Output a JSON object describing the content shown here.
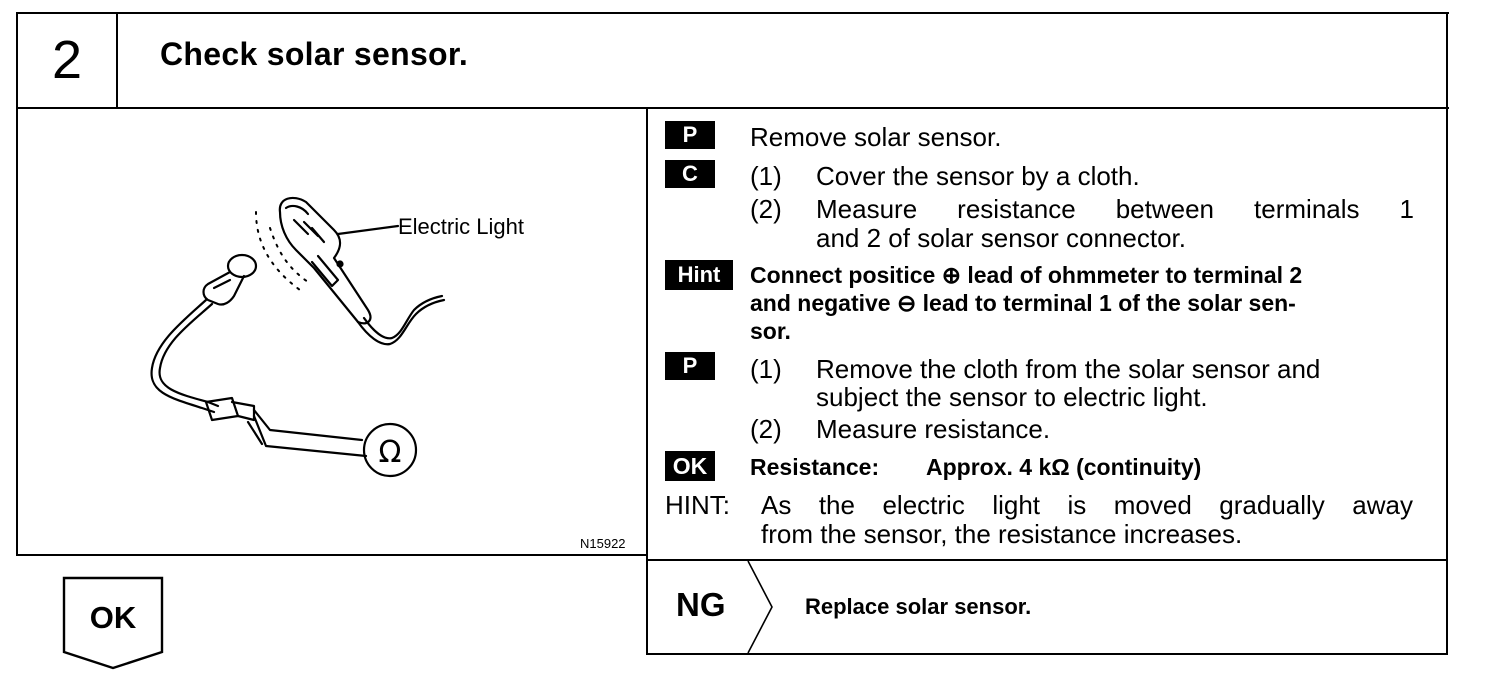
{
  "step": {
    "number": "2",
    "title": "Check solar sensor."
  },
  "figure": {
    "callout_label": "Electric Light",
    "meter_symbol": "Ω",
    "figure_id": "N15922"
  },
  "procedure": {
    "p1": {
      "badge": "P",
      "text": "Remove solar sensor."
    },
    "c": {
      "badge": "C",
      "steps": [
        {
          "num": "(1)",
          "lines": [
            "Cover the sensor by a cloth."
          ]
        },
        {
          "num": "(2)",
          "lines": [
            "Measure resistance between terminals 1",
            "and 2 of solar sensor connector."
          ]
        }
      ]
    },
    "hint_block": {
      "badge": "Hint",
      "lines": [
        "Connect positice ⊕ lead of ohmmeter to terminal 2",
        "and negative ⊖ lead to terminal 1 of the solar sen-",
        "sor."
      ]
    },
    "p2": {
      "badge": "P",
      "steps": [
        {
          "num": "(1)",
          "lines": [
            "Remove the cloth from the solar sensor and",
            "subject the sensor to electric light."
          ]
        },
        {
          "num": "(2)",
          "lines": [
            "Measure resistance."
          ]
        }
      ]
    },
    "ok_spec": {
      "badge": "OK",
      "label": "Resistance:",
      "value": "Approx. 4 kΩ (continuity)"
    },
    "note": {
      "label": "HINT:",
      "lines": [
        "As the electric light is moved gradually away",
        "from the sensor, the resistance increases."
      ]
    }
  },
  "result": {
    "ng_label": "NG",
    "ng_action": "Replace solar sensor.",
    "ok_label": "OK"
  }
}
